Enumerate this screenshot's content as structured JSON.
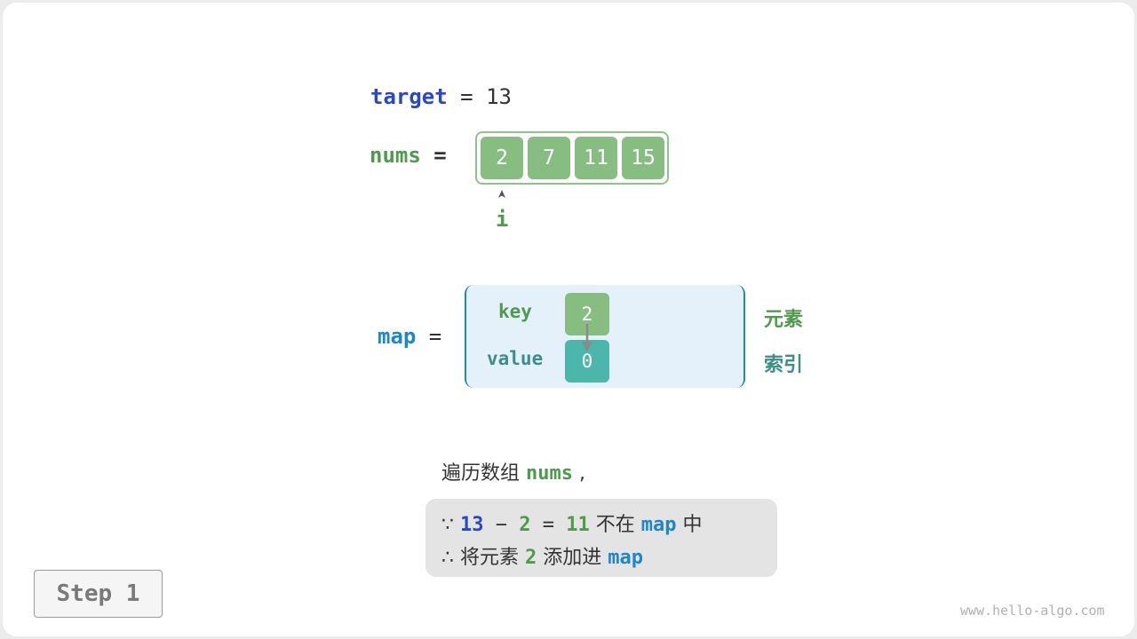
{
  "target": {
    "name": "target",
    "eq": " = ",
    "value": "13"
  },
  "nums": {
    "name": "nums",
    "eq": " =",
    "values": [
      "2",
      "7",
      "11",
      "15"
    ]
  },
  "pointer": {
    "label": "i"
  },
  "map": {
    "name": "map",
    "eq": " =",
    "key_label": "key",
    "value_label": "value",
    "key": "2",
    "value": "0",
    "key_side_label": "元素",
    "value_side_label": "索引"
  },
  "caption": {
    "text": "遍历数组 ",
    "nums": "nums",
    "comma": " ,"
  },
  "info": {
    "line1": {
      "because": "∵ ",
      "a": "13",
      "minus": " − ",
      "b": "2",
      "eq": " = ",
      "c": "11",
      "not_in": " 不在 ",
      "map": "map",
      "mid": " 中"
    },
    "line2": {
      "therefore": "∴ ",
      "add": "将元素 ",
      "num": "2",
      "into": " 添加进 ",
      "map": "map"
    }
  },
  "step": {
    "label": "Step 1"
  },
  "watermark": "www.hello-algo.com",
  "colors": {
    "blue": "#2a47c8",
    "green": "#4f9a4c",
    "map": "#1f86c7",
    "teal": "#3d8e8a",
    "cell_green": "#88bd81",
    "cell_teal": "#4db6ac"
  }
}
